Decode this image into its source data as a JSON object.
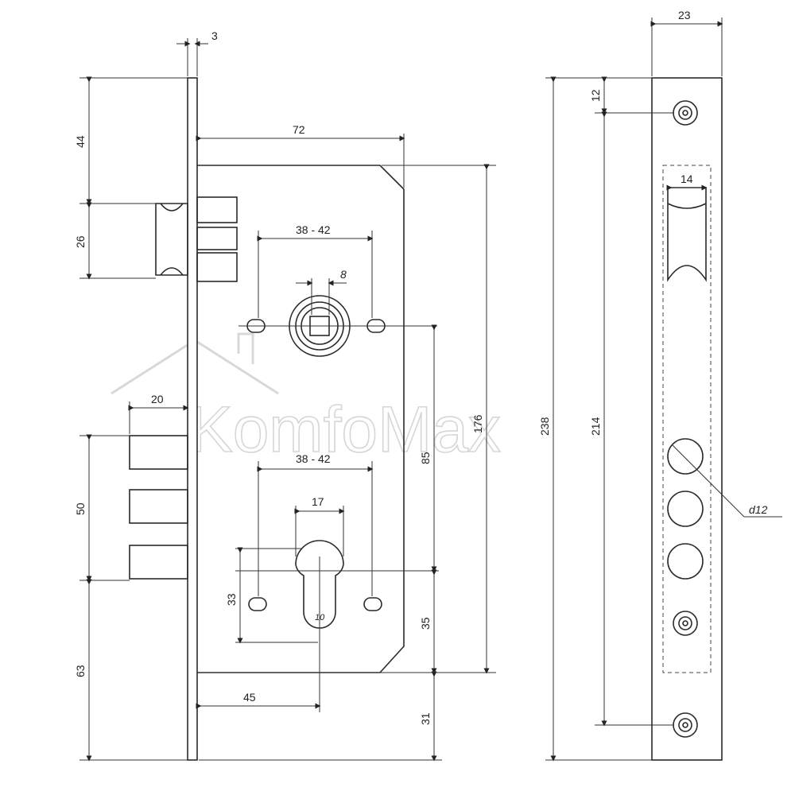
{
  "watermark": "KomfoMax",
  "dims": {
    "d3": "3",
    "d72": "72",
    "d44": "44",
    "d26": "26",
    "d20": "20",
    "d50": "50",
    "d63": "63",
    "d3842_top": "38 - 42",
    "d8": "8",
    "d3842_bot": "38 - 42",
    "d17": "17",
    "d33": "33",
    "d10": "10",
    "d45": "45",
    "d85": "85",
    "d35": "35",
    "d31": "31",
    "d176": "176",
    "d23": "23",
    "d12": "12",
    "d14": "14",
    "d214": "214",
    "d238": "238",
    "dd12": "d12"
  }
}
